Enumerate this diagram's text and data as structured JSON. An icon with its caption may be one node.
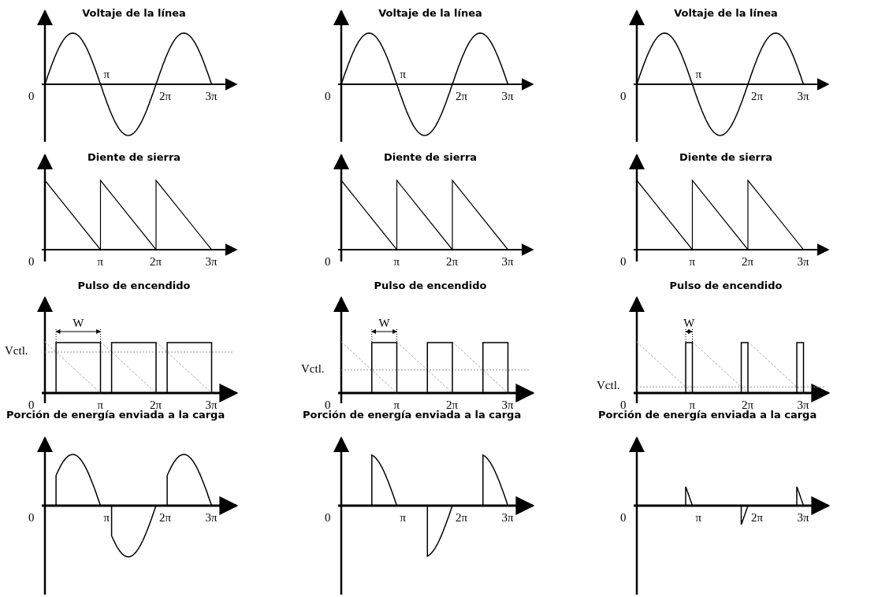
{
  "diagram": {
    "labels": [
      "Voltaje de la línea",
      "0",
      "π",
      "2π",
      "3π",
      "Voltaje de la línea",
      "0",
      "π",
      "2π",
      "3π",
      "Voltaje de la línea",
      "0",
      "π",
      "2π",
      "3π",
      "Diente de sierra",
      "0",
      "π",
      "2π",
      "3π",
      "Diente de sierra",
      "0",
      "π",
      "2π",
      "3π",
      "Diente de sierra",
      "0",
      "π",
      "2π",
      "3π",
      "Pulso de encendido",
      "W",
      "Vctl.",
      "0",
      "π",
      "2π",
      "3π",
      "Pulso de encendido",
      "W",
      "Vctl.",
      "0",
      "π",
      "2π",
      "3π",
      "Pulso de encendido",
      "W",
      "Vctl.",
      "0",
      "π",
      "2π",
      "3π",
      "Porción de energía enviada a la carga",
      "0",
      "π",
      "2π",
      "3π",
      "Porción de energía enviada a la carga",
      "0",
      "π",
      "2π",
      "3π",
      "Porción de energía enviada a la carga",
      "0",
      "π",
      "2π",
      "3π"
    ]
  }
}
